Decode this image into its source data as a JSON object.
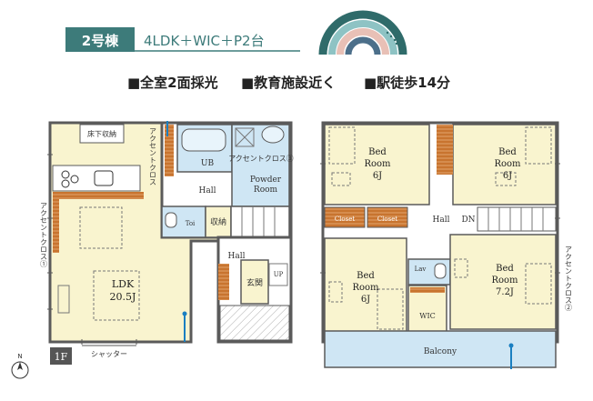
{
  "header": {
    "badge": "2号棟",
    "layout": "4LDK＋WIC＋P2台",
    "features": [
      "■全室2面採光",
      "■教育施設近く",
      "■駅徒歩14分"
    ]
  },
  "floor1": {
    "label": "1F",
    "rooms": {
      "ldk_name": "LDK",
      "ldk_size": "20.5J",
      "ub": "UB",
      "hall_top": "Hall",
      "powder_1": "Powder",
      "powder_2": "Room",
      "storage": "収納",
      "pantry": "床下収納",
      "accent1": "アクセントクロス①",
      "accent_top": "アクセントクロス",
      "accent3": "アクセントクロス③",
      "toilet": "Toi",
      "hall_mid": "Hall",
      "up_main": "UP",
      "up_small": "UP",
      "entrance": "玄関"
    },
    "shutter": "シャッター",
    "compass": "N"
  },
  "floor2": {
    "rooms": {
      "bed_tl": [
        "Bed",
        "Room",
        "6J"
      ],
      "bed_tr": [
        "Bed",
        "Room",
        "6J"
      ],
      "bed_bl": [
        "Bed",
        "Room",
        "6J"
      ],
      "bed_br": [
        "Bed",
        "Room",
        "7.2J"
      ],
      "closet": "Closet",
      "hall": "Hall",
      "dn": "DN",
      "lav": "Lav",
      "wic": "WIC",
      "balcony": "Balcony",
      "accent2": "アクセントクロス②"
    }
  },
  "colors": {
    "room_fill": "#f9f4cf",
    "wall": "#5a5a5a",
    "accent_wood": "#c8742f",
    "bath_blue": "#cfe6f4",
    "badge_teal": "#3d7b7a",
    "accent_line": "#1a7fc1"
  }
}
